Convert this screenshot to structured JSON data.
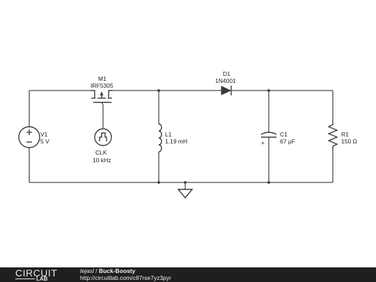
{
  "components": {
    "m1": {
      "ref": "M1",
      "value": "IRF5305"
    },
    "d1": {
      "ref": "D1",
      "value": "1N4001"
    },
    "v1": {
      "ref": "V1",
      "value": "5 V"
    },
    "l1": {
      "ref": "L1",
      "value": "1.19 mH"
    },
    "c1": {
      "ref": "C1",
      "value": "67 μF",
      "polarity": "+"
    },
    "r1": {
      "ref": "R1",
      "value": "150 Ω"
    },
    "clk": {
      "ref": "CLK",
      "value": "10 kHz"
    }
  },
  "footer": {
    "logo_top": "CIRCUIT",
    "logo_bottom": "LAB",
    "user": "tejasl",
    "separator": " / ",
    "title": "Buck-Boosty",
    "url": "http://circuitlab.com/c87rse7yz3pyr"
  },
  "colors": {
    "wire": "#4a4a4a",
    "footer_bg": "#1f1f1f",
    "footer_text": "#f2f2f2"
  }
}
